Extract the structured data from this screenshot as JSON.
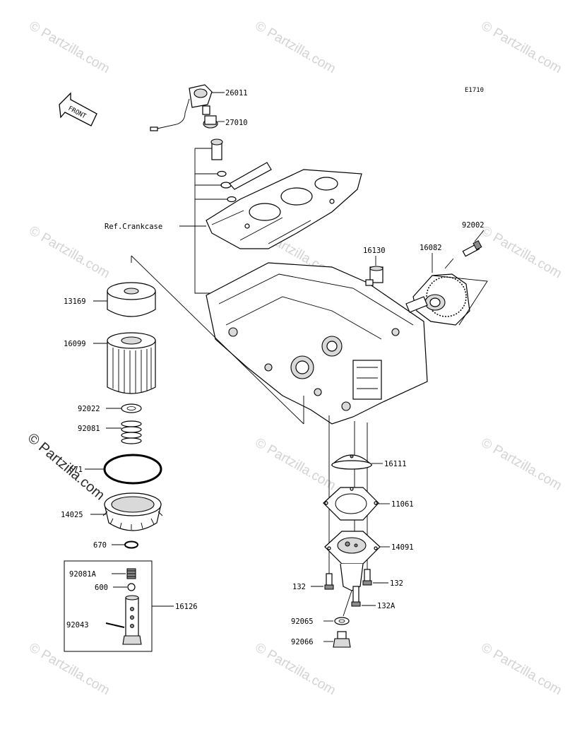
{
  "diagram_code": "E1710",
  "front_label": "FRONT",
  "reference_label": "Ref.Crankcase",
  "watermark": "© Partzilla.com",
  "parts": {
    "p26011": "26011",
    "p27010": "27010",
    "p92002": "92002",
    "p16130": "16130",
    "p16082": "16082",
    "p13169": "13169",
    "p16099": "16099",
    "p92022": "92022",
    "p92081": "92081",
    "p671": "671",
    "p14025": "14025",
    "p670": "670",
    "p92081A": "92081A",
    "p600": "600",
    "p16126": "16126",
    "p92043": "92043",
    "p16111": "16111",
    "p11061": "11061",
    "p14091": "14091",
    "p132a": "132",
    "p132b": "132",
    "p132A": "132A",
    "p92065": "92065",
    "p92066": "92066"
  }
}
